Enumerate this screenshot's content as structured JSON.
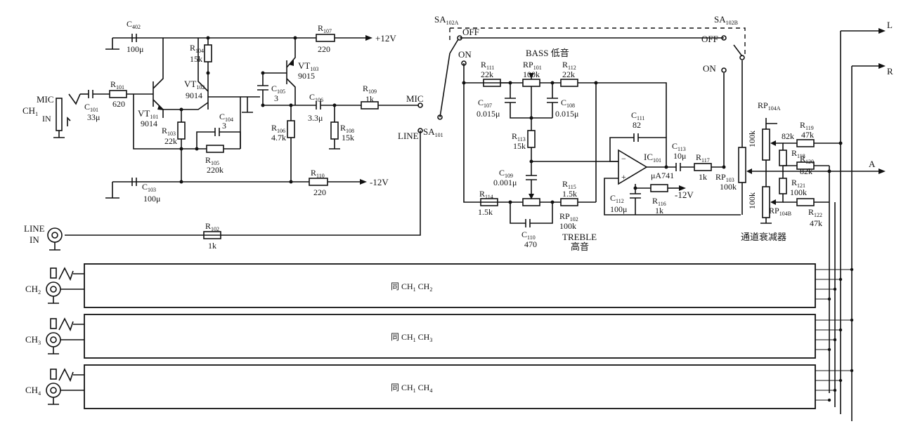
{
  "components": {
    "C402": {
      "name": "C",
      "sub": "402",
      "value": "100μ"
    },
    "C101": {
      "name": "C",
      "sub": "101",
      "value": "33μ"
    },
    "C103": {
      "name": "C",
      "sub": "103",
      "value": "100μ"
    },
    "C104": {
      "name": "C",
      "sub": "104",
      "value": "3"
    },
    "C105": {
      "name": "C",
      "sub": "105",
      "value": "3"
    },
    "C106": {
      "name": "C",
      "sub": "106",
      "value": "3.3μ"
    },
    "C107": {
      "name": "C",
      "sub": "107",
      "value": "0.015μ"
    },
    "C108": {
      "name": "C",
      "sub": "108",
      "value": "0.015μ"
    },
    "C109": {
      "name": "C",
      "sub": "109",
      "value": "0.001μ"
    },
    "C110": {
      "name": "C",
      "sub": "110",
      "value": "470"
    },
    "C111": {
      "name": "C",
      "sub": "111",
      "value": "82"
    },
    "C112": {
      "name": "C",
      "sub": "112",
      "value": "100μ"
    },
    "C113": {
      "name": "C",
      "sub": "113",
      "value": "10μ"
    },
    "R101": {
      "name": "R",
      "sub": "101",
      "value": "620"
    },
    "R102": {
      "name": "R",
      "sub": "102",
      "value": "1k"
    },
    "R103": {
      "name": "R",
      "sub": "103",
      "value": "22k"
    },
    "R104": {
      "name": "R",
      "sub": "104",
      "value": "15k"
    },
    "R105": {
      "name": "R",
      "sub": "105",
      "value": "220k"
    },
    "R106": {
      "name": "R",
      "sub": "106",
      "value": "4.7k"
    },
    "R107": {
      "name": "R",
      "sub": "107",
      "value": "220"
    },
    "R108": {
      "name": "R",
      "sub": "108",
      "value": "15k"
    },
    "R109": {
      "name": "R",
      "sub": "109",
      "value": "1k"
    },
    "R110": {
      "name": "R",
      "sub": "110",
      "value": "220"
    },
    "R111": {
      "name": "R",
      "sub": "111",
      "value": "22k"
    },
    "R112": {
      "name": "R",
      "sub": "112",
      "value": "22k"
    },
    "R113": {
      "name": "R",
      "sub": "113",
      "value": "15k"
    },
    "R114": {
      "name": "R",
      "sub": "114",
      "value": "1.5k"
    },
    "R115": {
      "name": "R",
      "sub": "115",
      "value": "1.5k"
    },
    "R116": {
      "name": "R",
      "sub": "116",
      "value": "1k"
    },
    "R117": {
      "name": "R",
      "sub": "117",
      "value": "1k"
    },
    "R118": {
      "name": "R",
      "sub": "118",
      "value": ""
    },
    "R119": {
      "name": "R",
      "sub": "119",
      "value": "47k"
    },
    "R120": {
      "name": "R",
      "sub": "120",
      "value": "82k"
    },
    "R121": {
      "name": "R",
      "sub": "121",
      "value": "100k"
    },
    "R122": {
      "name": "R",
      "sub": "122",
      "value": "47k"
    },
    "RP101": {
      "name": "RP",
      "sub": "101",
      "value": "100k"
    },
    "RP102": {
      "name": "RP",
      "sub": "102",
      "value": "100k"
    },
    "RP103": {
      "name": "RP",
      "sub": "103",
      "value": "100k"
    },
    "RP104A": {
      "name": "RP",
      "sub": "104A",
      "value": "100k"
    },
    "RP104B": {
      "name": "RP",
      "sub": "104B",
      "value": "100k"
    },
    "VT101": {
      "name": "VT",
      "sub": "101",
      "value": "9014"
    },
    "VT102": {
      "name": "VT",
      "sub": "102",
      "value": "9014"
    },
    "VT103": {
      "name": "VT",
      "sub": "103",
      "value": "9015"
    },
    "IC101": {
      "name": "IC",
      "sub": "101",
      "value": "μA741"
    },
    "SA101": {
      "name": "SA",
      "sub": "101"
    },
    "SA102A": {
      "name": "SA",
      "sub": "102A"
    },
    "SA102B": {
      "name": "SA",
      "sub": "102B"
    }
  },
  "labels": {
    "plus12": "+12V",
    "minus12": "-12V",
    "minus12b": "-12V",
    "mic": "MIC",
    "mic_in": "MIC",
    "in": "IN",
    "ch1": "CH",
    "ch1_sub": "1",
    "line": "LINE",
    "line_in_a": "LINE",
    "line_in_b": "IN",
    "off_a": "OFF",
    "on_a": "ON",
    "off_b": "OFF",
    "on_b": "ON",
    "bass": "BASS 低音",
    "treble": "TREBLE",
    "treble_cn": "高音",
    "attenuator": "通道衰减器",
    "out_l": "L",
    "out_r": "R",
    "out_a": "A",
    "r118_val1": "82k",
    "r118_val2": "82k",
    "r118_val3": "100k",
    "rp104_vals": "100k"
  },
  "channels": [
    {
      "ch": "CH",
      "sub": "2",
      "text": "同 CH",
      "text_sub1": "1",
      "text_tail": " CH",
      "text_sub2": "2"
    },
    {
      "ch": "CH",
      "sub": "3",
      "text": "同 CH",
      "text_sub1": "1",
      "text_tail": " CH",
      "text_sub2": "3"
    },
    {
      "ch": "CH",
      "sub": "4",
      "text": "同 CH",
      "text_sub1": "1",
      "text_tail": " CH",
      "text_sub2": "4"
    }
  ]
}
